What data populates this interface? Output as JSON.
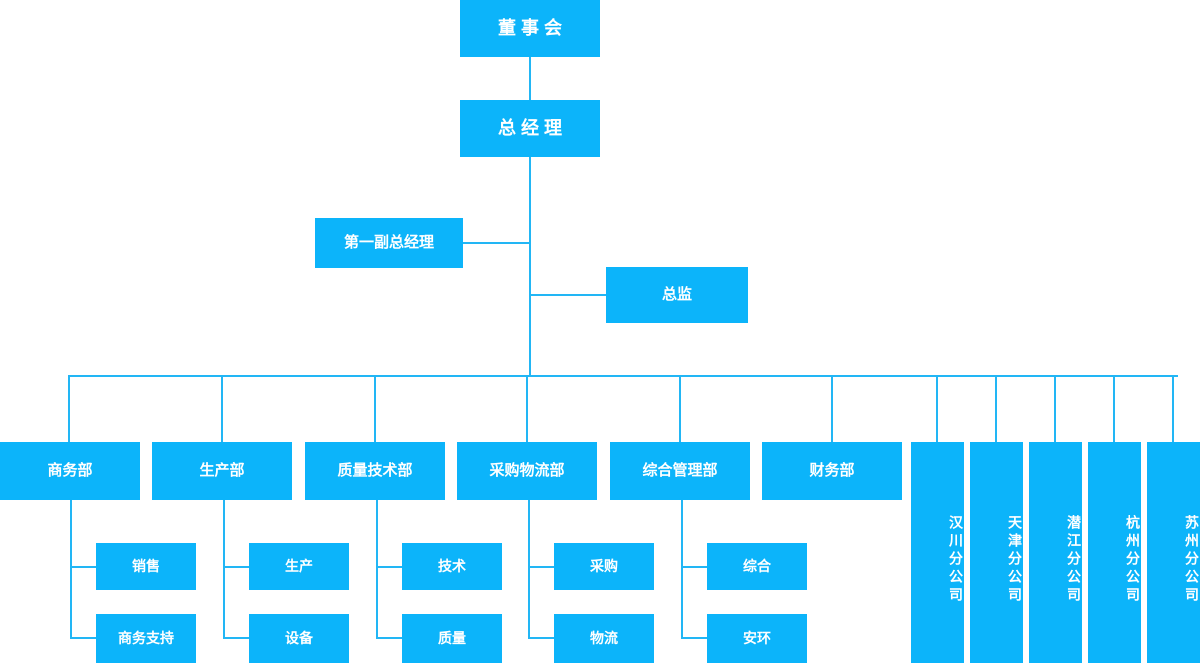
{
  "chart_data": {
    "type": "diagram",
    "title": "",
    "diagram_kind": "organization-chart",
    "orientation": "top-down",
    "colors": {
      "node_fill": "#0cb4fa",
      "node_text": "#ffffff",
      "connector": "#22b6f5",
      "background": "#ffffff"
    },
    "levels": [
      {
        "level": 1,
        "nodes": [
          "董事会"
        ]
      },
      {
        "level": 2,
        "nodes": [
          "总经理"
        ]
      },
      {
        "level": 3,
        "nodes": [
          "第一副总经理",
          "总监"
        ]
      },
      {
        "level": 4,
        "nodes": [
          "商务部",
          "生产部",
          "质量技术部",
          "采购物流部",
          "综合管理部",
          "财务部",
          "汉川分公司",
          "天津分公司",
          "潜江分公司",
          "杭州分公司",
          "苏州分公司"
        ]
      },
      {
        "level": 5,
        "nodes": [
          "销售",
          "商务支持",
          "生产",
          "设备",
          "技术",
          "质量",
          "采购",
          "物流",
          "综合",
          "安环"
        ]
      }
    ],
    "edges": [
      [
        "董事会",
        "总经理"
      ],
      [
        "总经理",
        "第一副总经理"
      ],
      [
        "总经理",
        "总监"
      ],
      [
        "总经理",
        "商务部"
      ],
      [
        "总经理",
        "生产部"
      ],
      [
        "总经理",
        "质量技术部"
      ],
      [
        "总经理",
        "采购物流部"
      ],
      [
        "总经理",
        "综合管理部"
      ],
      [
        "总经理",
        "财务部"
      ],
      [
        "总经理",
        "汉川分公司"
      ],
      [
        "总经理",
        "天津分公司"
      ],
      [
        "总经理",
        "潜江分公司"
      ],
      [
        "总经理",
        "杭州分公司"
      ],
      [
        "总经理",
        "苏州分公司"
      ],
      [
        "商务部",
        "销售"
      ],
      [
        "商务部",
        "商务支持"
      ],
      [
        "生产部",
        "生产"
      ],
      [
        "生产部",
        "设备"
      ],
      [
        "质量技术部",
        "技术"
      ],
      [
        "质量技术部",
        "质量"
      ],
      [
        "采购物流部",
        "采购"
      ],
      [
        "采购物流部",
        "物流"
      ],
      [
        "综合管理部",
        "综合"
      ],
      [
        "综合管理部",
        "安环"
      ]
    ]
  },
  "nodes": {
    "board": "董事会",
    "general_manager": "总经理",
    "first_deputy_gm": "第一副总经理",
    "director": "总监",
    "departments": [
      {
        "name": "商务部",
        "children": [
          "销售",
          "商务支持"
        ]
      },
      {
        "name": "生产部",
        "children": [
          "生产",
          "设备"
        ]
      },
      {
        "name": "质量技术部",
        "children": [
          "技术",
          "质量"
        ]
      },
      {
        "name": "采购物流部",
        "children": [
          "采购",
          "物流"
        ]
      },
      {
        "name": "综合管理部",
        "children": [
          "综合",
          "安环"
        ]
      },
      {
        "name": "财务部",
        "children": []
      }
    ],
    "branches": [
      "汉川分公司",
      "天津分公司",
      "潜江分公司",
      "杭州分公司",
      "苏州分公司"
    ]
  }
}
